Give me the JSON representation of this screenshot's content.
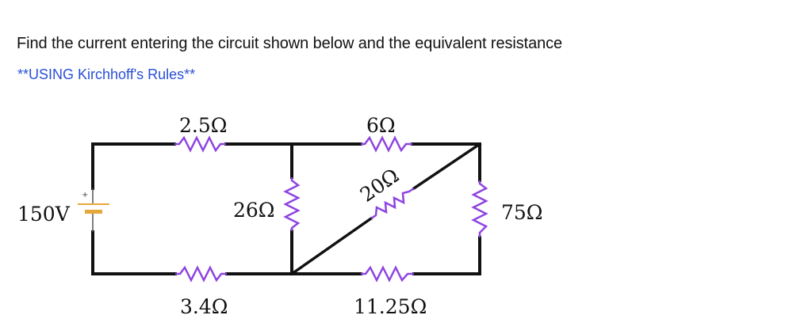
{
  "question": {
    "text": "Find the current entering the circuit shown below and the equivalent resistance",
    "note": "**USING Kirchhoff's Rules**"
  },
  "colors": {
    "wire": "#111111",
    "resistor": "#8e44e0",
    "battery": "#e6a73a",
    "note_text": "#2a4fd6"
  },
  "circuit": {
    "source": {
      "label": "150V",
      "polarity_mark": "+"
    },
    "resistors": [
      {
        "id": "R_top_left",
        "label": "2.5Ω",
        "position": "top-left branch"
      },
      {
        "id": "R_top_right",
        "label": "6Ω",
        "position": "top-right branch"
      },
      {
        "id": "R_middle_vertical",
        "label": "26Ω",
        "position": "middle vertical"
      },
      {
        "id": "R_diagonal",
        "label": "20Ω",
        "position": "diagonal"
      },
      {
        "id": "R_right_vertical",
        "label": "75Ω",
        "position": "right vertical"
      },
      {
        "id": "R_bottom_left",
        "label": "3.4Ω",
        "position": "bottom-left branch"
      },
      {
        "id": "R_bottom_right",
        "label": "11.25Ω",
        "position": "bottom-right branch"
      }
    ]
  }
}
